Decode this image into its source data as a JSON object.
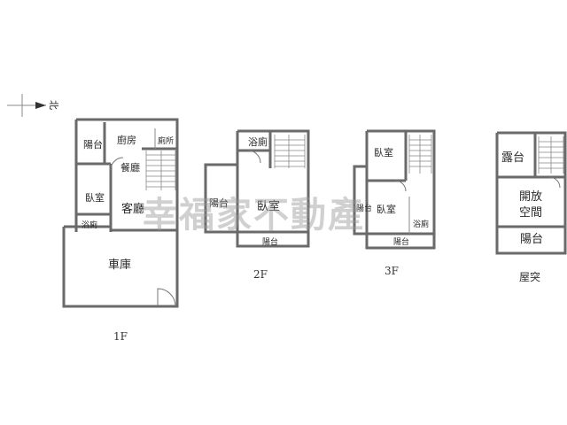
{
  "compass": {
    "label": "北"
  },
  "watermark": "幸福家不動產",
  "floors": {
    "f1": {
      "label": "1F",
      "rooms": {
        "balcony": "陽台",
        "kitchen": "廚房",
        "toilet": "廁所",
        "dining": "餐廳",
        "bedroom": "臥室",
        "living": "客廳",
        "bath": "浴廁",
        "garage": "車庫"
      }
    },
    "f2": {
      "label": "2F",
      "rooms": {
        "bath": "浴廁",
        "balcony_left": "陽台",
        "bedroom": "臥室",
        "balcony_bottom": "陽台"
      }
    },
    "f3": {
      "label": "3F",
      "rooms": {
        "bedroom_top": "臥室",
        "balcony_left": "陽台",
        "bedroom_bottom": "臥室",
        "bath": "浴廁",
        "balcony_bottom": "陽台"
      }
    },
    "roof": {
      "label": "屋突",
      "rooms": {
        "terrace": "露台",
        "open_space_1": "開放",
        "open_space_2": "空間",
        "balcony": "陽台"
      }
    }
  }
}
